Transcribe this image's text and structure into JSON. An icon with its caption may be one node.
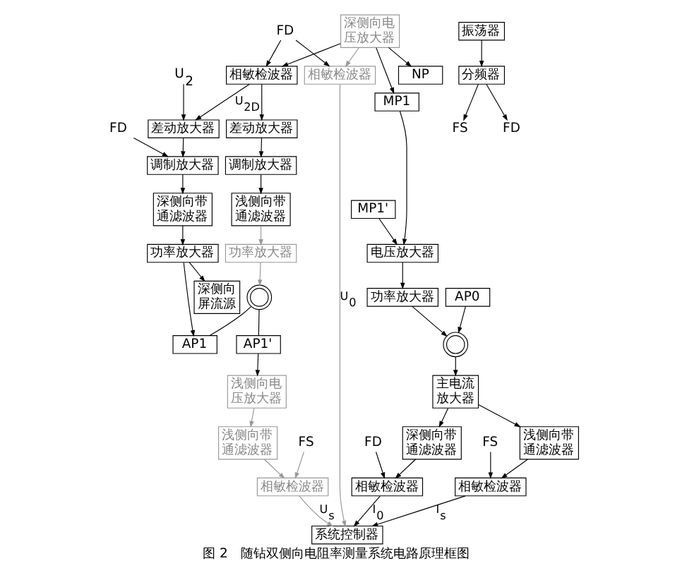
{
  "diagram": {
    "caption": "图 2　随钻双侧向电阻率测量系统电路原理框图",
    "nodes": [
      {
        "text": [
          "FD"
        ]
      },
      {
        "text": [
          "U$_{2}$"
        ]
      },
      {
        "text": [
          "调制放大器"
        ]
      },
      {
        "text": [
          "差动放大器"
        ]
      },
      {
        "text": [
          "深侧向屏流源"
        ]
      },
      {
        "text": [
          "深侧向带通滤波器"
        ]
      },
      {
        "text": [
          "功率放大器"
        ]
      },
      {
        "text": [
          "调制放大器"
        ]
      },
      {
        "text": [
          "差动放大器"
        ]
      },
      {
        "text": [
          "浅侧向带通滤波器"
        ]
      },
      {
        "text": [
          "相敏检波器"
        ]
      },
      {
        "text": [
          "FD"
        ]
      },
      {
        "text": [
          "功率放大器"
        ]
      },
      {
        "text": [
          "相敏检波器"
        ]
      },
      {
        "text": [
          "系统控制器"
        ]
      },
      {
        "text": [
          "AP1'"
        ]
      },
      {
        "text": [],
        "shape": "transformer"
      },
      {
        "text": [
          "AP1"
        ]
      },
      {
        "text": [
          "相敏检波器"
        ]
      },
      {
        "text": [
          "FS"
        ]
      },
      {
        "text": [
          "NP"
        ]
      },
      {
        "text": [
          "深侧向电压放大器"
        ]
      },
      {
        "text": [
          "浅侧向电压放大器"
        ]
      },
      {
        "text": [
          "浅侧向带通滤波器"
        ]
      },
      {
        "text": [
          "MP1'"
        ]
      },
      {
        "text": [
          "电压放大器"
        ]
      },
      {
        "text": [
          "功率放大器"
        ]
      },
      {
        "text": [
          "MP1"
        ]
      },
      {
        "text": [
          "振荡器"
        ]
      },
      {
        "text": [
          "分频器"
        ]
      },
      {
        "text": [
          "FS"
        ]
      },
      {
        "text": [
          "FD"
        ]
      },
      {
        "text": [
          "AP0"
        ]
      },
      {
        "text": [],
        "shape": "transformer"
      },
      {
        "text": [
          "FD"
        ]
      },
      {
        "text": [
          "深侧向带通滤波器"
        ]
      },
      {
        "text": [
          "相敏检波器"
        ]
      },
      {
        "text": [
          "主电流放大器"
        ]
      },
      {
        "text": [
          "浅侧向带通滤波器"
        ]
      },
      {
        "text": [
          "相敏检波器"
        ]
      },
      {
        "text": [
          "FS"
        ]
      }
    ],
    "edges": [
      {
        "from": 0,
        "to": 2,
        "arrow": "to"
      },
      {
        "from": 1,
        "to": 3,
        "arrow": "to"
      },
      {
        "from": 3,
        "to": 2,
        "arrow": "to"
      },
      {
        "from": 2,
        "to": 5,
        "arrow": "to"
      },
      {
        "from": 5,
        "to": 6,
        "arrow": "to"
      },
      {
        "from": 6,
        "to": 4,
        "arrow": "to"
      },
      {
        "from": 6,
        "to": 17,
        "arrow": "to"
      },
      {
        "from": 10,
        "to": 3,
        "arrow": "to",
        "label": "U$_{2D}$"
      },
      {
        "from": 10,
        "to": 8,
        "arrow": "to"
      },
      {
        "from": 8,
        "to": 7,
        "arrow": "to"
      },
      {
        "from": 7,
        "to": 9,
        "arrow": "to"
      },
      {
        "from": 9,
        "to": 12,
        "arrow": "to",
        "color": "#999999"
      },
      {
        "from": 12,
        "to": 16,
        "arrow": "to",
        "color": "#999999"
      },
      {
        "from": 16,
        "to": 15,
        "arrow": "none"
      },
      {
        "from": 16,
        "to": 17,
        "arrow": "none"
      },
      {
        "from": 11,
        "to": 10,
        "arrow": "to"
      },
      {
        "from": 11,
        "to": 13,
        "arrow": "to"
      },
      {
        "from": 13,
        "to": 14,
        "arrow": "to",
        "label": "U$_{0}$",
        "color": "#999999"
      },
      {
        "from": 18,
        "to": 14,
        "arrow": "to",
        "label": "U$_{s}$",
        "color": "#999999"
      },
      {
        "from": 19,
        "to": 18,
        "arrow": "to",
        "color": "#999999"
      },
      {
        "from": 15,
        "to": 22,
        "arrow": "to"
      },
      {
        "from": 21,
        "to": 20,
        "arrow": "to"
      },
      {
        "from": 21,
        "to": 10,
        "arrow": "to"
      },
      {
        "from": 21,
        "to": 13,
        "arrow": "to",
        "color": "#999999"
      },
      {
        "from": 21,
        "to": 27,
        "arrow": "to"
      },
      {
        "from": 22,
        "to": 23,
        "arrow": "to",
        "color": "#999999"
      },
      {
        "from": 23,
        "to": 18,
        "arrow": "to",
        "color": "#999999"
      },
      {
        "from": 24,
        "to": 25,
        "arrow": "to"
      },
      {
        "from": 27,
        "to": 25,
        "arrow": "to"
      },
      {
        "from": 25,
        "to": 26,
        "arrow": "to"
      },
      {
        "from": 26,
        "to": 33,
        "arrow": "to"
      },
      {
        "from": 32,
        "to": 33,
        "arrow": "to"
      },
      {
        "from": 33,
        "to": 37,
        "arrow": "to"
      },
      {
        "from": 37,
        "to": 35,
        "arrow": "to"
      },
      {
        "from": 37,
        "to": 38,
        "arrow": "to"
      },
      {
        "from": 35,
        "to": 36,
        "arrow": "to"
      },
      {
        "from": 38,
        "to": 39,
        "arrow": "to"
      },
      {
        "from": 34,
        "to": 36,
        "arrow": "to"
      },
      {
        "from": 40,
        "to": 39,
        "arrow": "to"
      },
      {
        "from": 36,
        "to": 14,
        "arrow": "to",
        "label": "I$_{0}$"
      },
      {
        "from": 39,
        "to": 14,
        "arrow": "to",
        "label": "I$_{s}$"
      },
      {
        "from": 28,
        "to": 29,
        "arrow": "to"
      },
      {
        "from": 29,
        "to": 30,
        "arrow": "to"
      },
      {
        "from": 29,
        "to": 31,
        "arrow": "to"
      }
    ]
  }
}
